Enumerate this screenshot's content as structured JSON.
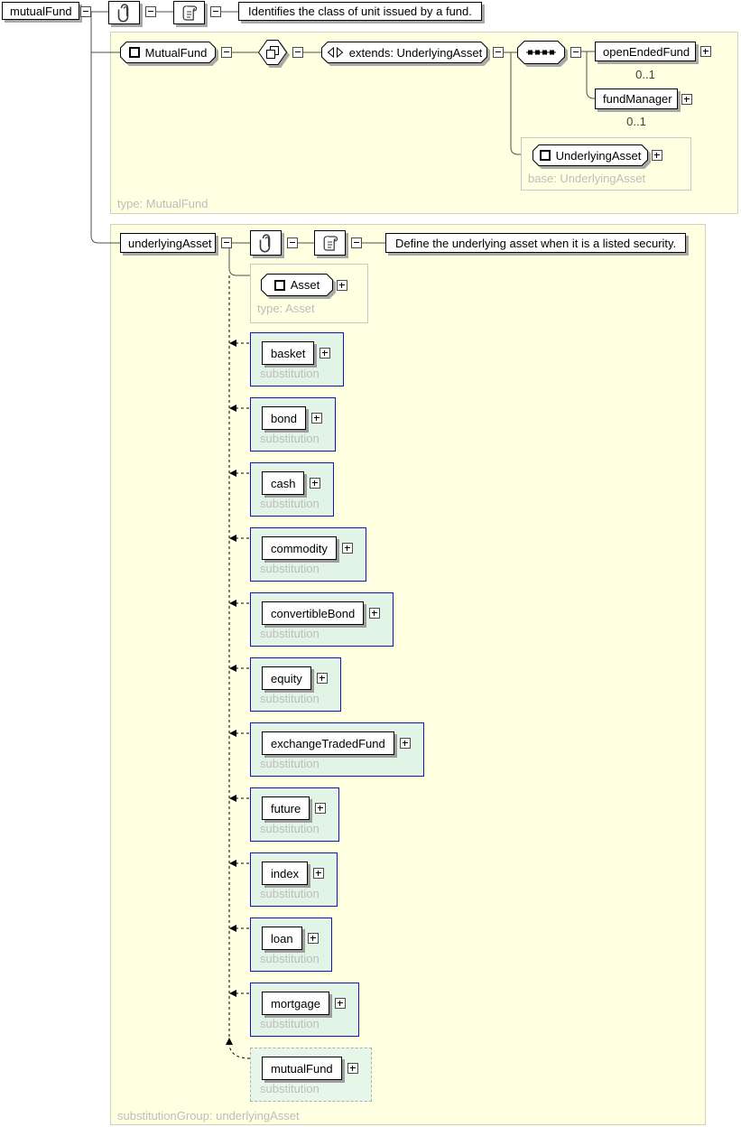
{
  "colors": {
    "panel_bg": "#ffffe1",
    "panel_border": "#d2d2b4",
    "substitution_bg": "#e1f4e6",
    "substitution_border": "#1414b4",
    "shadow": "#a8a8a8",
    "gray_label": "#bdbdbd",
    "line": "#4f4f4f"
  },
  "root_element": {
    "name": "mutualFund",
    "documentation": "Identifies the class of unit issued by a fund."
  },
  "type_panel": {
    "type_name": "MutualFund",
    "derivation": "extends: UnderlyingAsset",
    "footer_label": "type: MutualFund",
    "children": [
      {
        "name": "openEndedFund",
        "occurs": "0..1"
      },
      {
        "name": "fundManager",
        "occurs": "0..1"
      }
    ],
    "base_panel": {
      "type_name": "UnderlyingAsset",
      "footer_label": "base: UnderlyingAsset"
    }
  },
  "substitution_panel": {
    "element_name": "underlyingAsset",
    "documentation": "Define the underlying asset when it is a listed security.",
    "head_panel": {
      "type_name": "Asset",
      "footer_label": "type: Asset"
    },
    "member_caption": "substitution",
    "footer_label": "substitutionGroup: underlyingAsset",
    "members": [
      {
        "name": "basket"
      },
      {
        "name": "bond"
      },
      {
        "name": "cash"
      },
      {
        "name": "commodity"
      },
      {
        "name": "convertibleBond"
      },
      {
        "name": "equity"
      },
      {
        "name": "exchangeTradedFund"
      },
      {
        "name": "future"
      },
      {
        "name": "index"
      },
      {
        "name": "loan"
      },
      {
        "name": "mortgage"
      },
      {
        "name": "mutualFund",
        "is_current": true
      }
    ]
  }
}
